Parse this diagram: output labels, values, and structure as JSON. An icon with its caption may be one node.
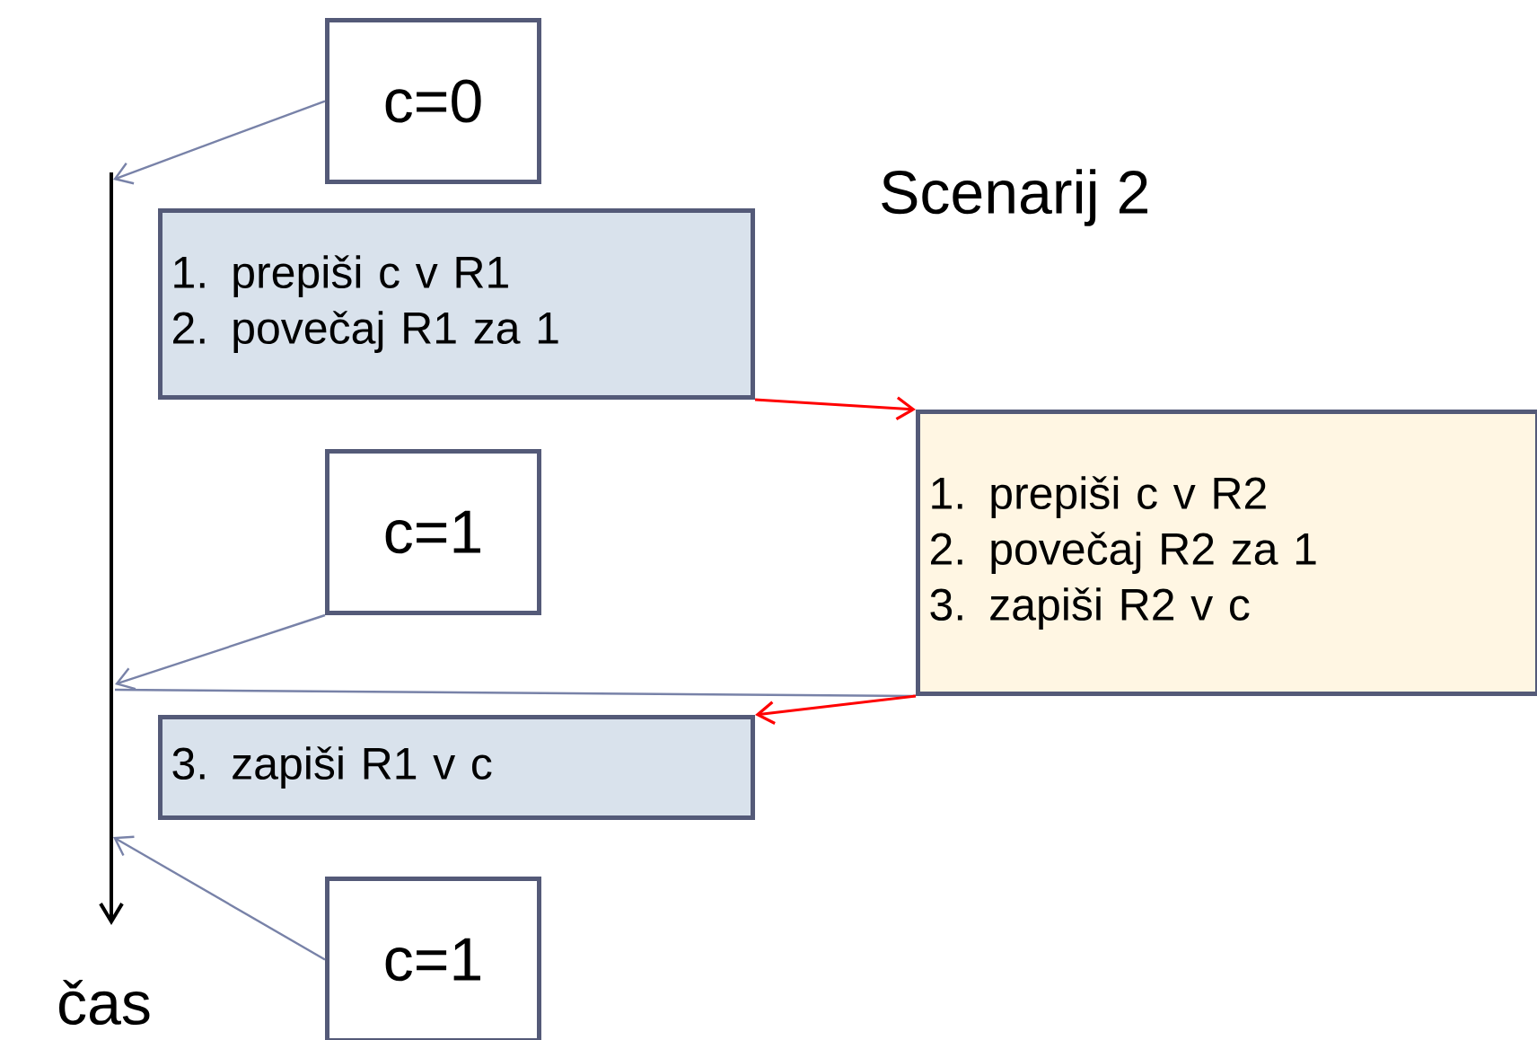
{
  "diagram": {
    "title": "Scenarij 2",
    "nodes": [
      {
        "text": [
          "c=0"
        ]
      },
      {
        "text": [
          "1. prepiši c v R1",
          "2. povečaj R1 za 1"
        ]
      },
      {
        "text": [
          "c=1"
        ]
      },
      {
        "text": [
          "1. prepiši c v R2",
          "2. povečaj R2 za 1",
          "3. zapiši R2 v c"
        ]
      },
      {
        "text": [
          "3. zapiši R1 v c"
        ]
      },
      {
        "text": [
          "c=1"
        ]
      }
    ],
    "edges": [
      {
        "from": 0,
        "to": null,
        "arrow": "to"
      },
      {
        "from": 1,
        "to": 3,
        "arrow": "to",
        "color": "#ff0000"
      },
      {
        "from": 2,
        "to": null,
        "arrow": "to"
      },
      {
        "from": 3,
        "to": null,
        "arrow": "none"
      },
      {
        "from": 3,
        "to": 4,
        "arrow": "to",
        "color": "#ff0000"
      },
      {
        "from": 5,
        "to": null,
        "arrow": "to"
      }
    ],
    "labels": [
      "čas"
    ]
  }
}
